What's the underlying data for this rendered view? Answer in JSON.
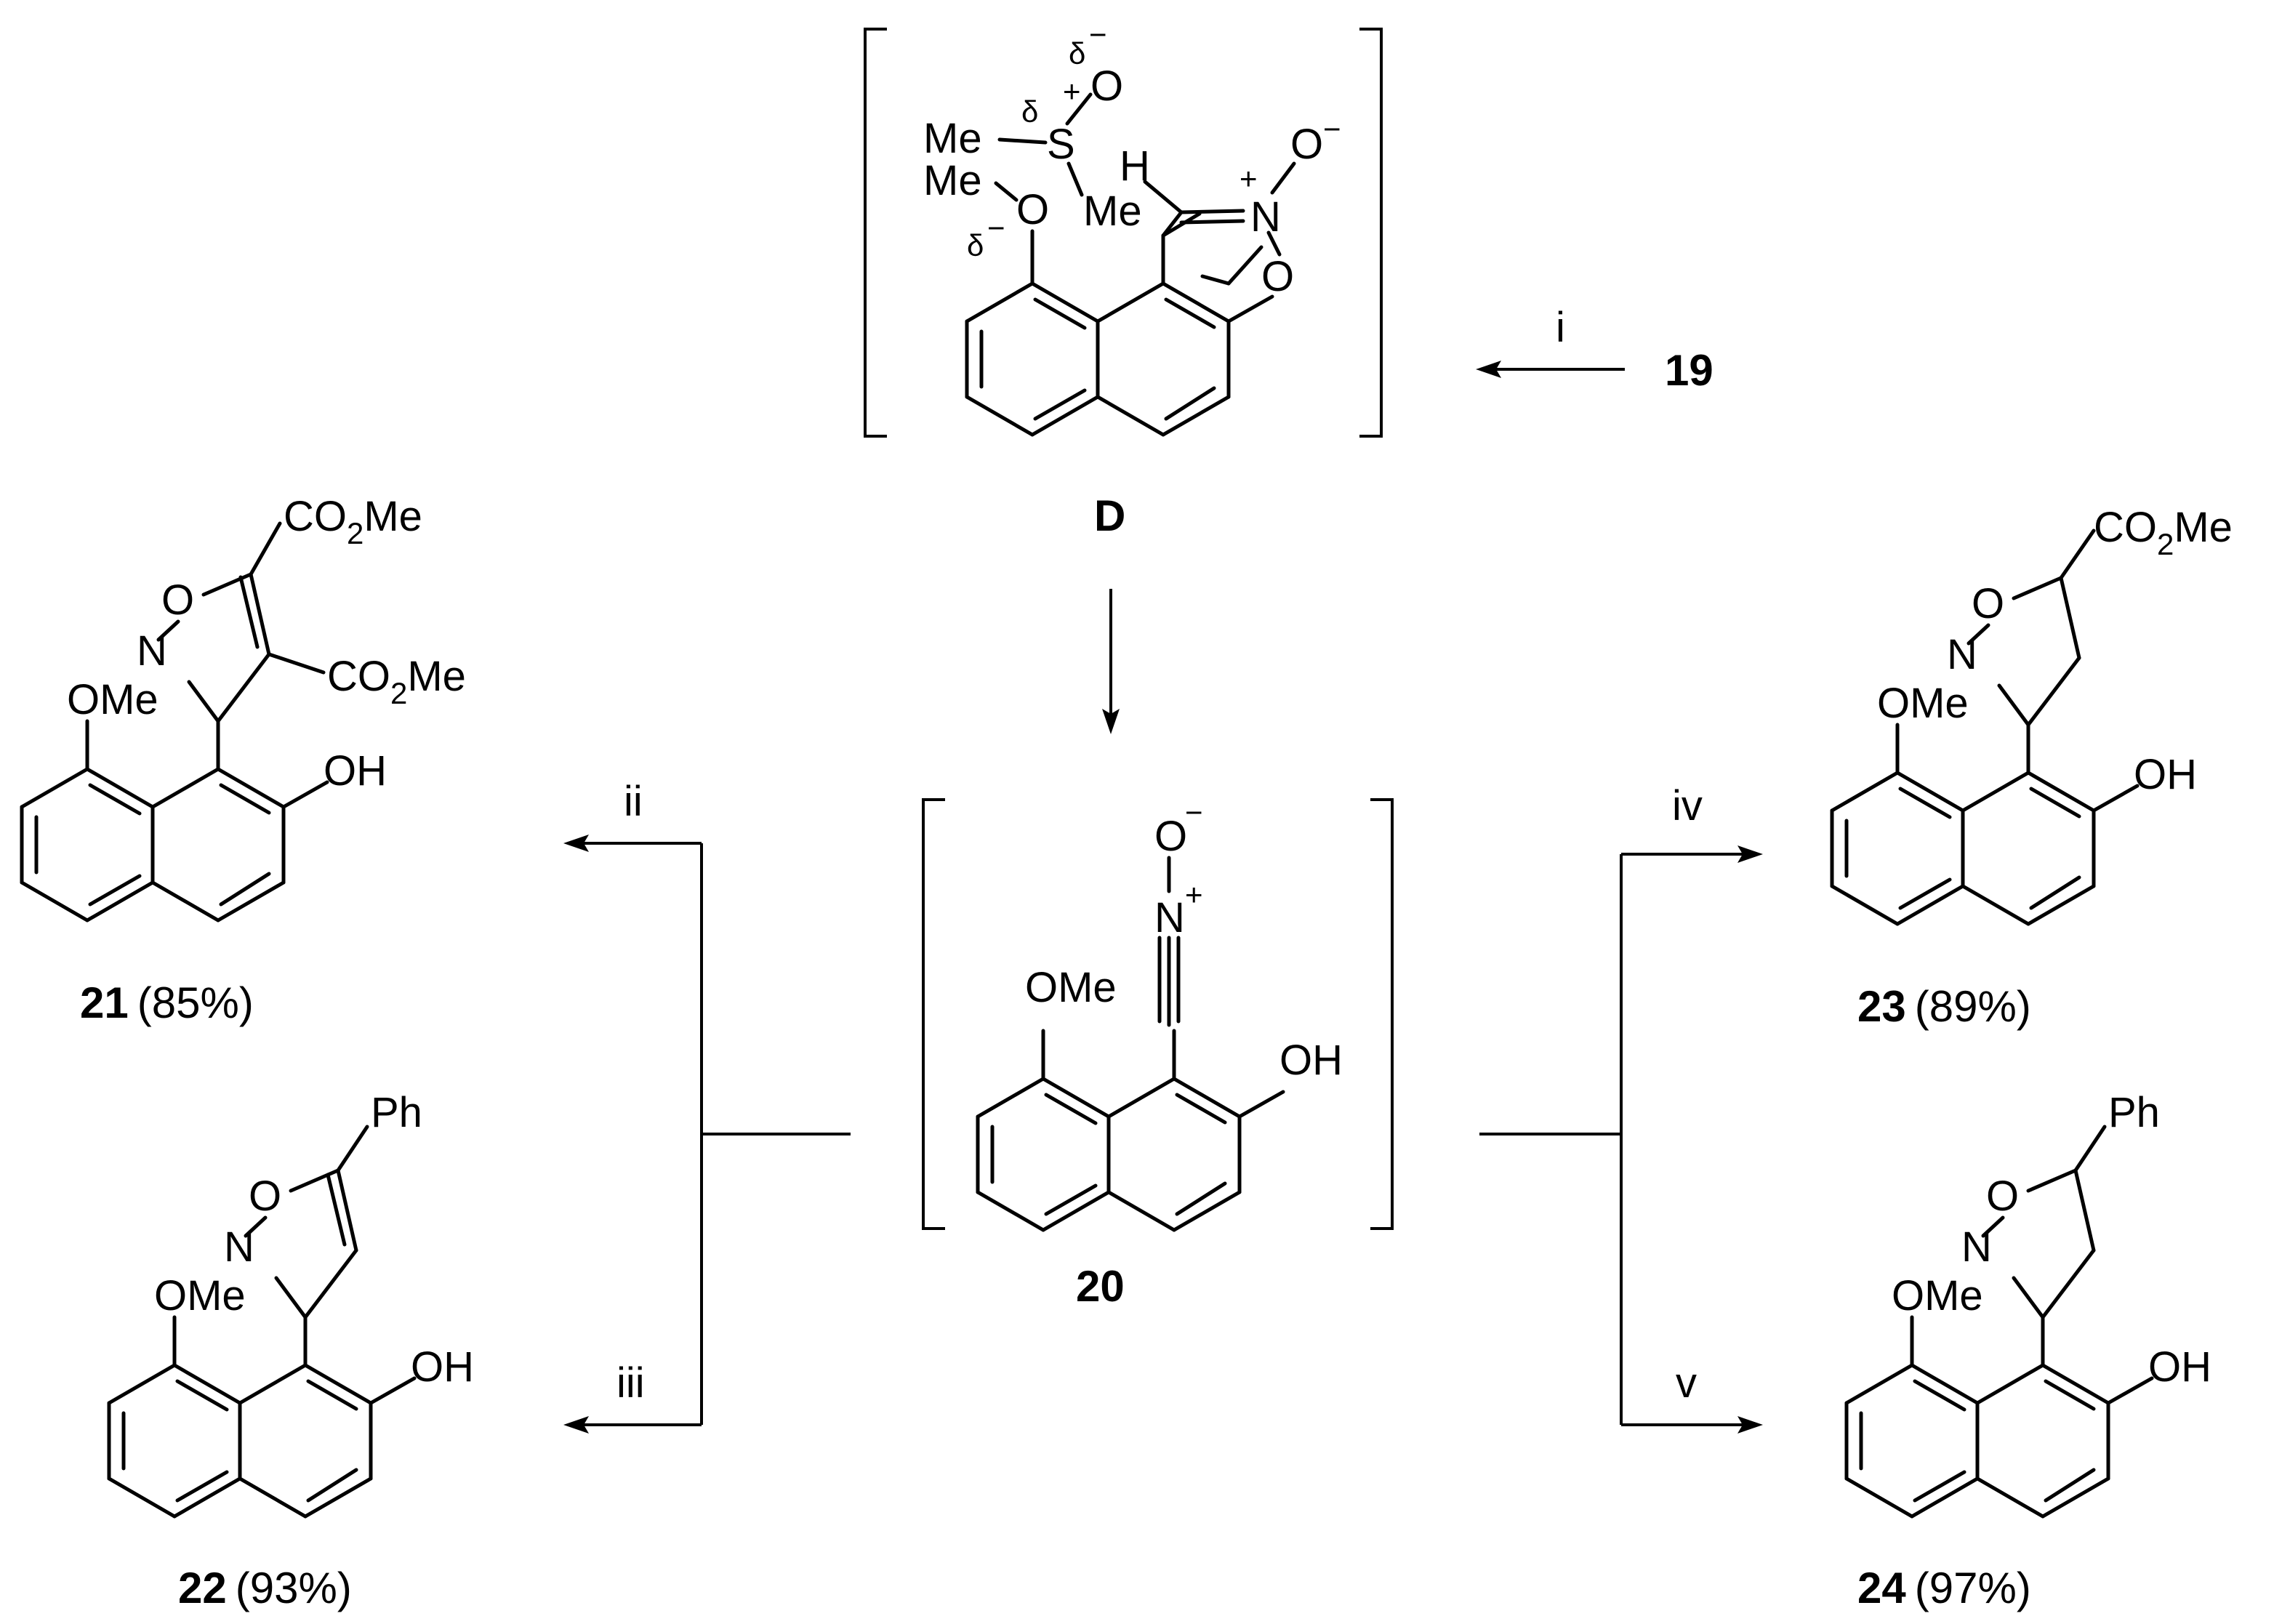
{
  "labels": {
    "D": "D",
    "c19": "19",
    "c20": "20",
    "c21": "21",
    "c22": "22",
    "c23": "23",
    "c24": "24"
  },
  "yields": {
    "c21": "(85%)",
    "c22": "(93%)",
    "c23": "(89%)",
    "c24": "(97%)"
  },
  "conditions": {
    "i": "i",
    "ii": "ii",
    "iii": "iii",
    "iv": "iv",
    "v": "v"
  },
  "atoms": {
    "OMe": "OMe",
    "OH": "OH",
    "Me": "Me",
    "O": "O",
    "N": "N",
    "S": "S",
    "H": "H",
    "Ph": "Ph",
    "CO2Me_main": "CO",
    "CO2Me_sub": "2",
    "CO2Me_tail": "Me",
    "plus": "+",
    "minus": "−",
    "delta": "δ"
  }
}
